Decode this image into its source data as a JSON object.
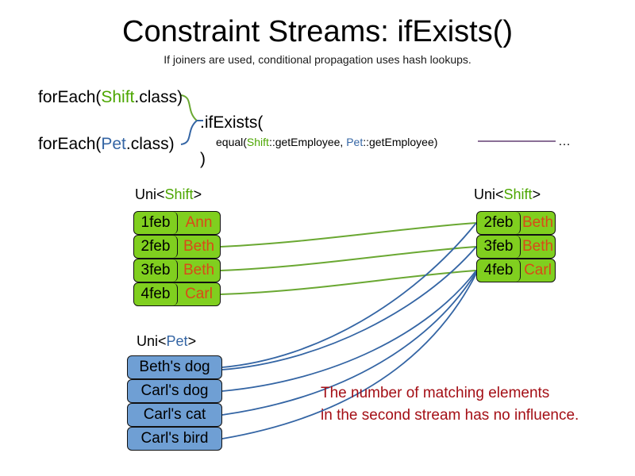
{
  "slide": {
    "title": "Constraint Streams: ifExists()",
    "subtitle": "If joiners are used, conditional propagation uses hash lookups."
  },
  "colors": {
    "shift_green": "#80cf1f",
    "shift_token_green": "#4ca600",
    "pet_blue": "#6f9fd4",
    "pet_token_blue": "#3465a4",
    "name_orange": "#d94a18",
    "annotation_red": "#a40f16",
    "green_wire": "#6aa832",
    "blue_wire": "#3465a4",
    "rule_purple": "#8a6f96",
    "box_border": "#111111"
  },
  "code": {
    "foreach_shift": {
      "prefix": "forEach(",
      "type": "Shift",
      "suffix": ".class)"
    },
    "foreach_pet": {
      "prefix": "forEach(",
      "type": "Pet",
      "suffix": ".class)"
    },
    "ifexists_open": ".ifExists(",
    "equal": {
      "prefix": "equal(",
      "left_type": "Shift",
      "left_method": "::getEmployee, ",
      "right_type": "Pet",
      "right_method": "::getEmployee)"
    },
    "close_paren": ")",
    "ellipsis": "…"
  },
  "streams": {
    "shift_left": {
      "label_prefix": "Uni<",
      "label_type": "Shift",
      "label_suffix": ">",
      "rows": [
        {
          "date": "1feb",
          "name": "Ann"
        },
        {
          "date": "2feb",
          "name": "Beth"
        },
        {
          "date": "3feb",
          "name": "Beth"
        },
        {
          "date": "4feb",
          "name": "Carl"
        }
      ]
    },
    "shift_right": {
      "label_prefix": "Uni<",
      "label_type": "Shift",
      "label_suffix": ">",
      "rows": [
        {
          "date": "2feb",
          "name": "Beth"
        },
        {
          "date": "3feb",
          "name": "Beth"
        },
        {
          "date": "4feb",
          "name": "Carl"
        }
      ]
    },
    "pet_left": {
      "label_prefix": "Uni<",
      "label_type": "Pet",
      "label_suffix": ">",
      "rows": [
        {
          "text": "Beth's dog"
        },
        {
          "text": "Carl's dog"
        },
        {
          "text": "Carl's cat"
        },
        {
          "text": "Carl's bird"
        }
      ]
    }
  },
  "annotation": {
    "line1": "The number of matching elements",
    "line2": "in the second stream has no influence."
  },
  "wires": {
    "green": [
      {
        "from": "shift-left-2feb",
        "to": "shift-right-2feb"
      },
      {
        "from": "shift-left-3feb",
        "to": "shift-right-3feb"
      },
      {
        "from": "shift-left-4feb",
        "to": "shift-right-4feb"
      }
    ],
    "blue": [
      {
        "from": "pet-beths-dog",
        "to": "shift-right-2feb"
      },
      {
        "from": "pet-beths-dog",
        "to": "shift-right-3feb"
      },
      {
        "from": "pet-carls-dog",
        "to": "shift-right-4feb"
      },
      {
        "from": "pet-carls-cat",
        "to": "shift-right-4feb"
      },
      {
        "from": "pet-carls-bird",
        "to": "shift-right-4feb"
      }
    ]
  }
}
